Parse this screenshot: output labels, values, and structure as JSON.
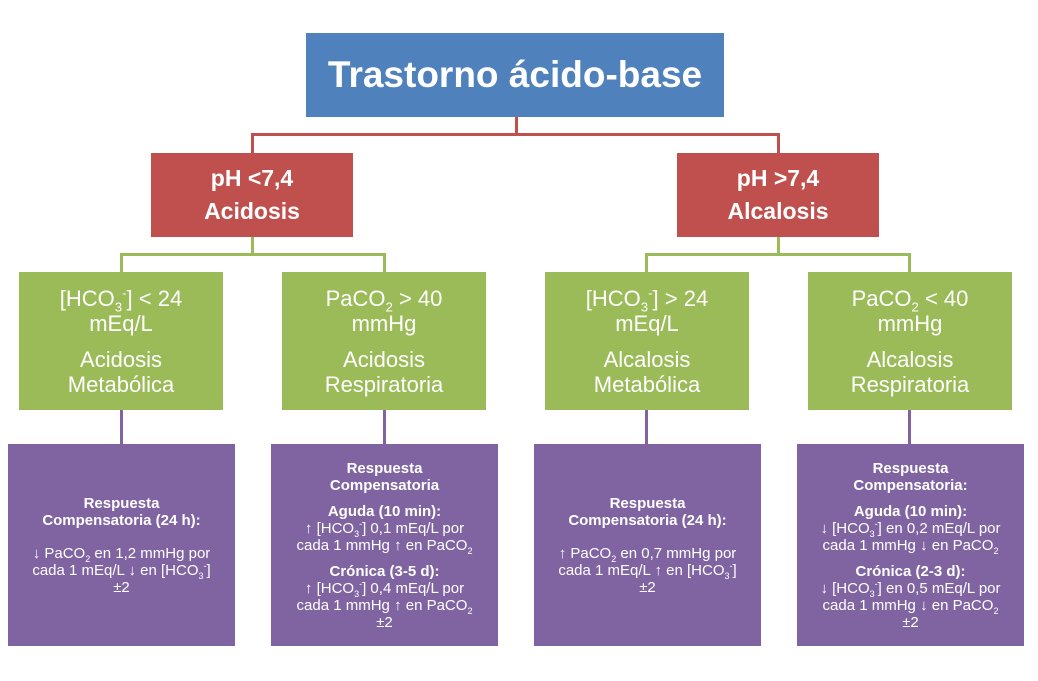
{
  "root": {
    "title": "Trastorno ácido-base"
  },
  "left": {
    "ph": "pH <7,4",
    "name": "Acidosis",
    "metabolic": {
      "criterion_a": "[HCO",
      "criterion_a_sub": "3",
      "criterion_a_sup": "-",
      "criterion_b": "] < 24",
      "criterion_c": "mEq/L",
      "name1": "Acidosis",
      "name2": "Metabólica"
    },
    "respiratory": {
      "criterion_a": "PaCO",
      "criterion_a_sub": "2",
      "criterion_b": " > 40",
      "criterion_c": "mmHg",
      "name1": "Acidosis",
      "name2": "Respiratoria"
    },
    "metabolic_comp": {
      "title1": "Respuesta",
      "title2": "Compensatoria  (24 h):",
      "l1_a": "↓ PaCO",
      "l1_sub": "2",
      "l1_b": " en 1,2 mmHg por",
      "l2_a": "cada 1 mEq/L ↓ en [HCO",
      "l2_sub": "3",
      "l2_sup": "-",
      "l2_b": "]",
      "l3": "±2"
    },
    "respiratory_comp": {
      "title1": "Respuesta",
      "title2": "Compensatoria",
      "acute_title": "Aguda (10 min):",
      "acute_l1_a": "↑ [HCO",
      "acute_l1_sub": "3",
      "acute_l1_sup": "-",
      "acute_l1_b": "] 0,1 mEq/L por",
      "acute_l2_a": "cada 1 mmHg ↑ en PaCO",
      "acute_l2_sub": "2",
      "chronic_title": "Crónica (3-5 d):",
      "chronic_l1_a": "↑ [HCO",
      "chronic_l1_sub": "3",
      "chronic_l1_sup": "-",
      "chronic_l1_b": "] 0,4 mEq/L por",
      "chronic_l2_a": "cada 1 mmHg ↑ en PaCO",
      "chronic_l2_sub": "2",
      "chronic_l3": "±2"
    }
  },
  "right": {
    "ph": "pH >7,4",
    "name": "Alcalosis",
    "metabolic": {
      "criterion_a": "[HCO",
      "criterion_a_sub": "3",
      "criterion_a_sup": "-",
      "criterion_b": "] > 24",
      "criterion_c": "mEq/L",
      "name1": "Alcalosis",
      "name2": "Metabólica"
    },
    "respiratory": {
      "criterion_a": "PaCO",
      "criterion_a_sub": "2",
      "criterion_b": " < 40",
      "criterion_c": "mmHg",
      "name1": "Alcalosis",
      "name2": "Respiratoria"
    },
    "metabolic_comp": {
      "title1": "Respuesta",
      "title2": "Compensatoria  (24 h):",
      "l1_a": "↑ PaCO",
      "l1_sub": "2",
      "l1_b": " en 0,7 mmHg por",
      "l2_a": "cada 1 mEq/L ↑ en [HCO",
      "l2_sub": "3",
      "l2_sup": "-",
      "l2_b": "]",
      "l3": "±2"
    },
    "respiratory_comp": {
      "title1": "Respuesta",
      "title2": "Compensatoria:",
      "acute_title": "Aguda (10 min):",
      "acute_l1_a": "↓ [HCO",
      "acute_l1_sub": "3",
      "acute_l1_sup": "-",
      "acute_l1_b": "] en 0,2 mEq/L por",
      "acute_l2_a": "cada 1 mmHg ↓ en PaCO",
      "acute_l2_sub": "2",
      "chronic_title": "Crónica (2-3 d):",
      "chronic_l1_a": "↓ [HCO",
      "chronic_l1_sub": "3",
      "chronic_l1_sup": "-",
      "chronic_l1_b": "] en 0,5 mEq/L por",
      "chronic_l2_a": "cada 1 mmHg ↓ en PaCO",
      "chronic_l2_sub": "2",
      "chronic_l3": "±2"
    }
  },
  "colors": {
    "root": "#4f81bd",
    "level1": "#c0504d",
    "level2": "#9bbb59",
    "level3": "#8064a2"
  }
}
